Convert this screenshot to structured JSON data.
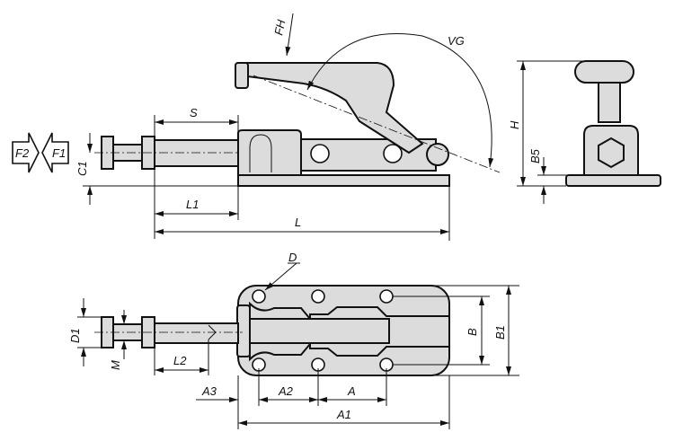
{
  "title": "Push-pull clamp technical drawing",
  "labels": {
    "F2": "F2",
    "F1": "F1",
    "FH": "FH",
    "VG": "VG",
    "S": "S",
    "C1": "C1",
    "L1": "L1",
    "L": "L",
    "H": "H",
    "B5": "B5",
    "D": "D",
    "D1": "D1",
    "M": "M",
    "L2": "L2",
    "A3": "A3",
    "A2": "A2",
    "A": "A",
    "A1": "A1",
    "B": "B",
    "B1": "B1"
  },
  "colors": {
    "fill": "#dcdcdc",
    "line": "#111111"
  }
}
